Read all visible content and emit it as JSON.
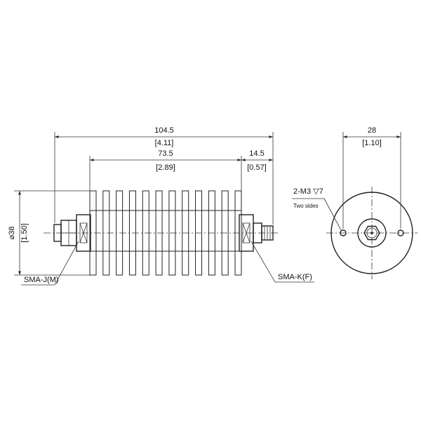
{
  "dimensions": {
    "total_length_mm": "104.5",
    "total_length_in": "[4.11]",
    "body_length_mm": "73.5",
    "body_length_in": "[2.89]",
    "connector_length_mm": "14.5",
    "connector_length_in": "[0.57]",
    "diameter_mm": "⌀38",
    "diameter_in": "[1.50]",
    "hole_spacing_mm": "28",
    "hole_spacing_in": "[1.10]"
  },
  "labels": {
    "left_connector": "SMA-J(M)",
    "right_connector": "SMA-K(F)",
    "hole_spec": "2-M3 ▽7",
    "hole_note": "Two sides"
  },
  "fins": {
    "count": 12
  }
}
